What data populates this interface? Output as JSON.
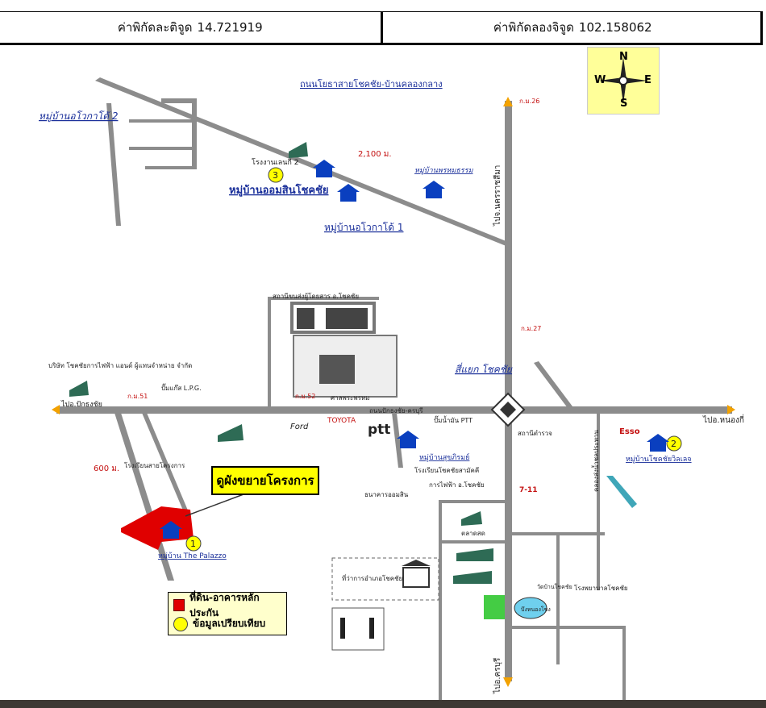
{
  "header": {
    "latitude_label": "ค่าพิกัดละติจูด",
    "latitude_value": "14.721919",
    "longitude_label": "ค่าพิกัดลองจิจูด",
    "longitude_value": "102.158062"
  },
  "compass": {
    "n": "N",
    "s": "S",
    "e": "E",
    "w": "W"
  },
  "cta": {
    "label": "ดูผังขยายโครงการ"
  },
  "legend": {
    "collateral": "ที่ดิน-อาคารหลักประกัน",
    "comparable": "ข้อมูลเปรียบเทียบ"
  },
  "markers": [
    {
      "num": "1"
    },
    {
      "num": "2"
    },
    {
      "num": "3"
    }
  ],
  "labels": {
    "road_north": "ถนนโยธาสายโชคชัย-บ้านคลองกลาง",
    "village_okha2": "หมู่บ้านอโวกาโด้ 2",
    "village_okha1": "หมู่บ้านอโวกาโด้ 1",
    "village_om": "หมู่บ้านออมสินโชคชัย",
    "village_phrom": "หมู่บ้านพรหมธรรม",
    "factory2": "โรงงานเลนกี 2",
    "dist_2100": "2,100 ม.",
    "dist_600": "600 ม.",
    "intersection": "สี่แยก โชคชัย",
    "to_chokchai": "ไปอ.ปักธงชัย",
    "to_nongki": "ไปอ.หนองกี่",
    "to_khorat": "ไปจ.นครราชสีมา",
    "to_nangrong": "ไปอ.ครบุรี",
    "village_palazzo": "หมู่บ้าน The Palazzo",
    "village_chokchai": "หมู่บ้านโชคชัยวิลเลจ",
    "village_sukrom": "หมู่บ้านสุขภิรมย์",
    "school_chokchai": "โรงเรียนโชคชัยสามัคคี",
    "station_tha": "สถานีขนส่งผู้โดยสาร อ.โชคชัย",
    "hall": "ศาลพระพรหม",
    "school_sri": "โรงเรียนสายโครงการ",
    "company": "บริษัท โชคชัยการไฟฟ้า แอนด์ ผู้แทนจำหน่าย จำกัด",
    "lpg": "ปั๊มแก๊ส L.P.G.",
    "toyota": "TOYOTA",
    "ptt": "ptt",
    "ford": "Ford",
    "esso": "Esso",
    "market": "ตลาดสด",
    "electric": "การไฟฟ้า อ.โชคชัย",
    "bank": "ธนาคารออมสิน",
    "district_office": "ที่ว่าการอำเภอโชคชัย",
    "hospital": "โรงพยาบาลโชคชัย",
    "canal": "คลองส่งน้ำชลประทาน",
    "km26": "ก.ม.26",
    "km27": "ก.ม.27",
    "km51": "ก.ม.51",
    "km52": "ก.ม.52",
    "pump": "ปั๊มน้ำมัน PTT",
    "road_main": "ถนนปักธงชัย-ครบุรี",
    "seven": "7-11",
    "temple": "วัดบ้านโชคชัย",
    "lake": "บึงหนองโขง",
    "police": "สถานีตำรวจ"
  }
}
